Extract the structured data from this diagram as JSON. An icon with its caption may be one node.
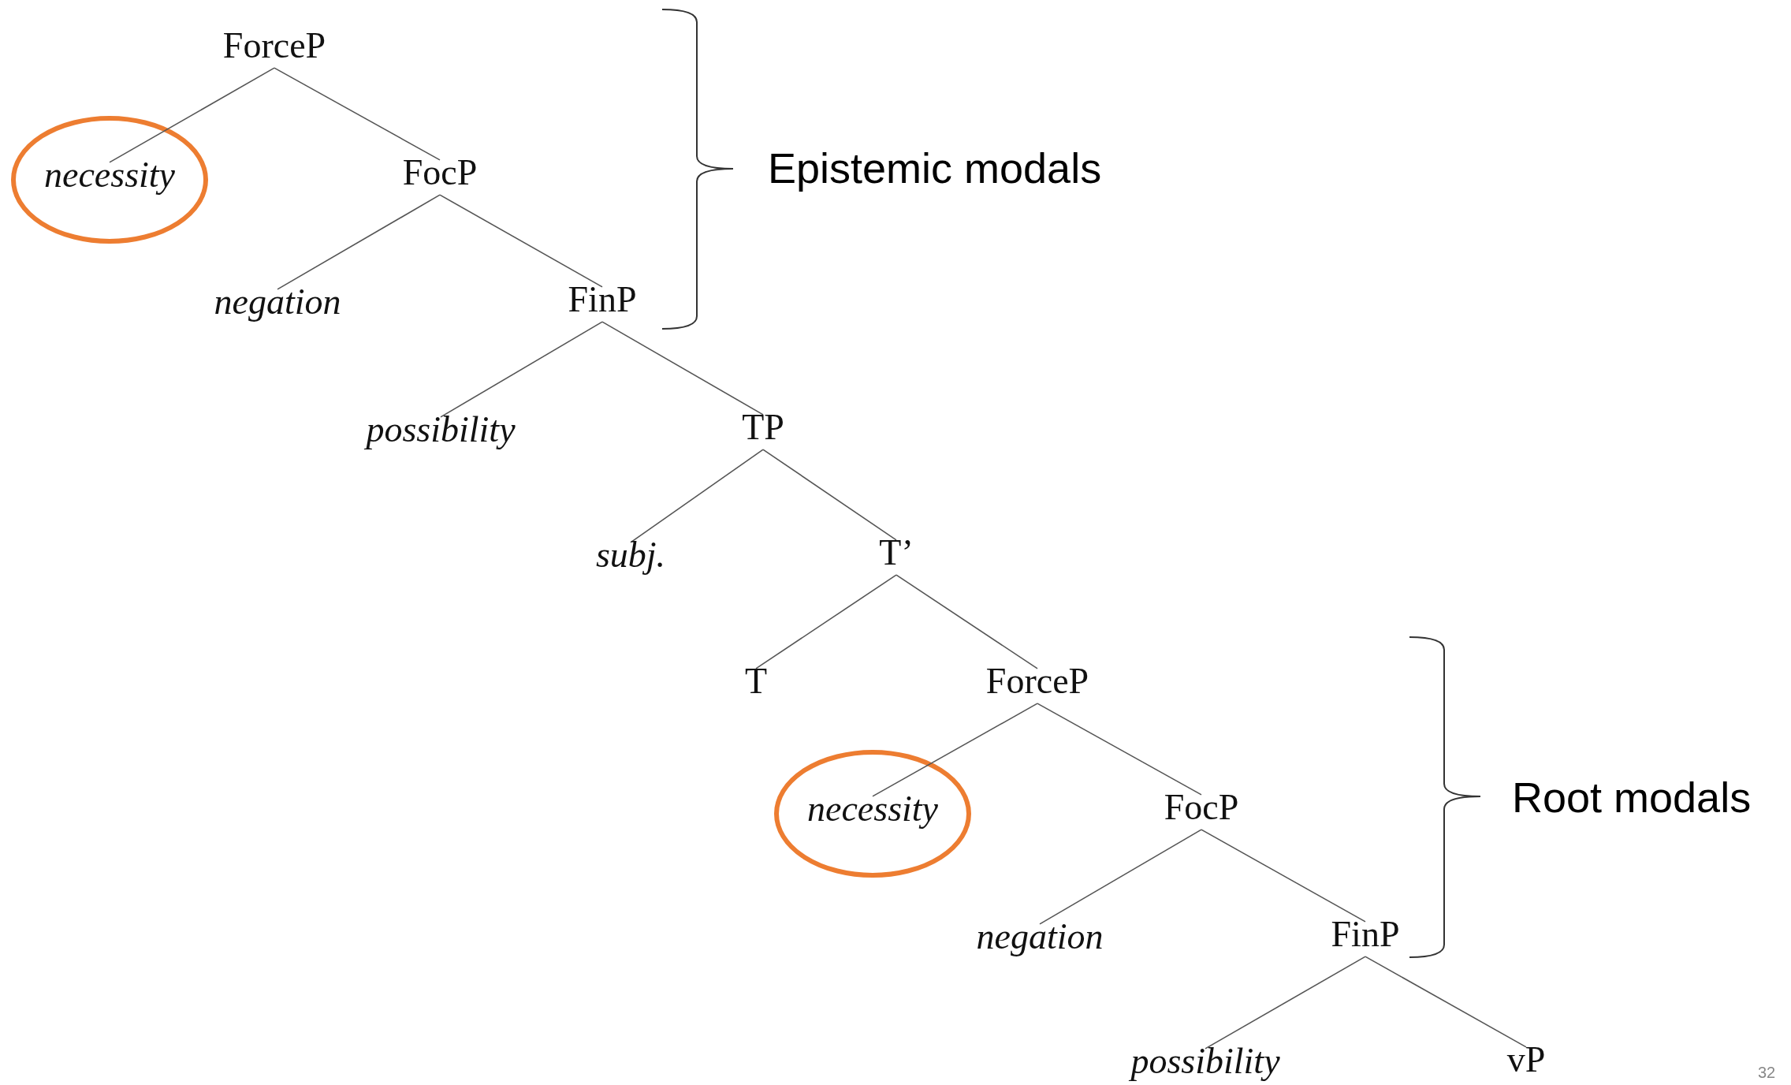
{
  "diagram": {
    "nodes": [
      {
        "text": [
          "ForceP"
        ]
      },
      {
        "text": [
          "necessity"
        ]
      },
      {
        "text": [
          "FocP"
        ]
      },
      {
        "text": [
          "negation"
        ]
      },
      {
        "text": [
          "FinP"
        ]
      },
      {
        "text": [
          "possibility"
        ]
      },
      {
        "text": [
          "TP"
        ]
      },
      {
        "text": [
          "subj."
        ]
      },
      {
        "text": [
          "T’"
        ]
      },
      {
        "text": [
          "T"
        ]
      },
      {
        "text": [
          "ForceP"
        ]
      },
      {
        "text": [
          "necessity"
        ]
      },
      {
        "text": [
          "FocP"
        ]
      },
      {
        "text": [
          "negation"
        ]
      },
      {
        "text": [
          "FinP"
        ]
      },
      {
        "text": [
          "possibility"
        ]
      },
      {
        "text": [
          "vP"
        ]
      }
    ],
    "edges": [
      {
        "from": 0,
        "to": 1,
        "arrow": "none"
      },
      {
        "from": 0,
        "to": 2,
        "arrow": "none"
      },
      {
        "from": 2,
        "to": 3,
        "arrow": "none"
      },
      {
        "from": 2,
        "to": 4,
        "arrow": "none"
      },
      {
        "from": 4,
        "to": 5,
        "arrow": "none"
      },
      {
        "from": 4,
        "to": 6,
        "arrow": "none"
      },
      {
        "from": 6,
        "to": 7,
        "arrow": "none"
      },
      {
        "from": 6,
        "to": 8,
        "arrow": "none"
      },
      {
        "from": 8,
        "to": 9,
        "arrow": "none"
      },
      {
        "from": 8,
        "to": 10,
        "arrow": "none"
      },
      {
        "from": 10,
        "to": 11,
        "arrow": "none"
      },
      {
        "from": 10,
        "to": 12,
        "arrow": "none"
      },
      {
        "from": 12,
        "to": 13,
        "arrow": "none"
      },
      {
        "from": 12,
        "to": 14,
        "arrow": "none"
      },
      {
        "from": 14,
        "to": 15,
        "arrow": "none"
      },
      {
        "from": 14,
        "to": 16,
        "arrow": "none"
      }
    ],
    "labels": [
      "Epistemic modals",
      "Root modals",
      "32"
    ]
  }
}
